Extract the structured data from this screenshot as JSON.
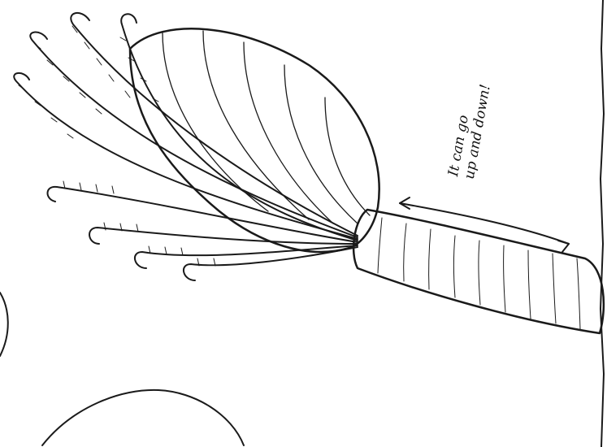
{
  "annotation": {
    "line1": "It can go",
    "line2": "up and down!"
  },
  "ink_color": "#1a1a1a",
  "background_color": "#ffffff",
  "icons": [
    "feather-plumes",
    "shell-bulb",
    "stalk",
    "double-arrow",
    "seabed-line",
    "mound"
  ]
}
